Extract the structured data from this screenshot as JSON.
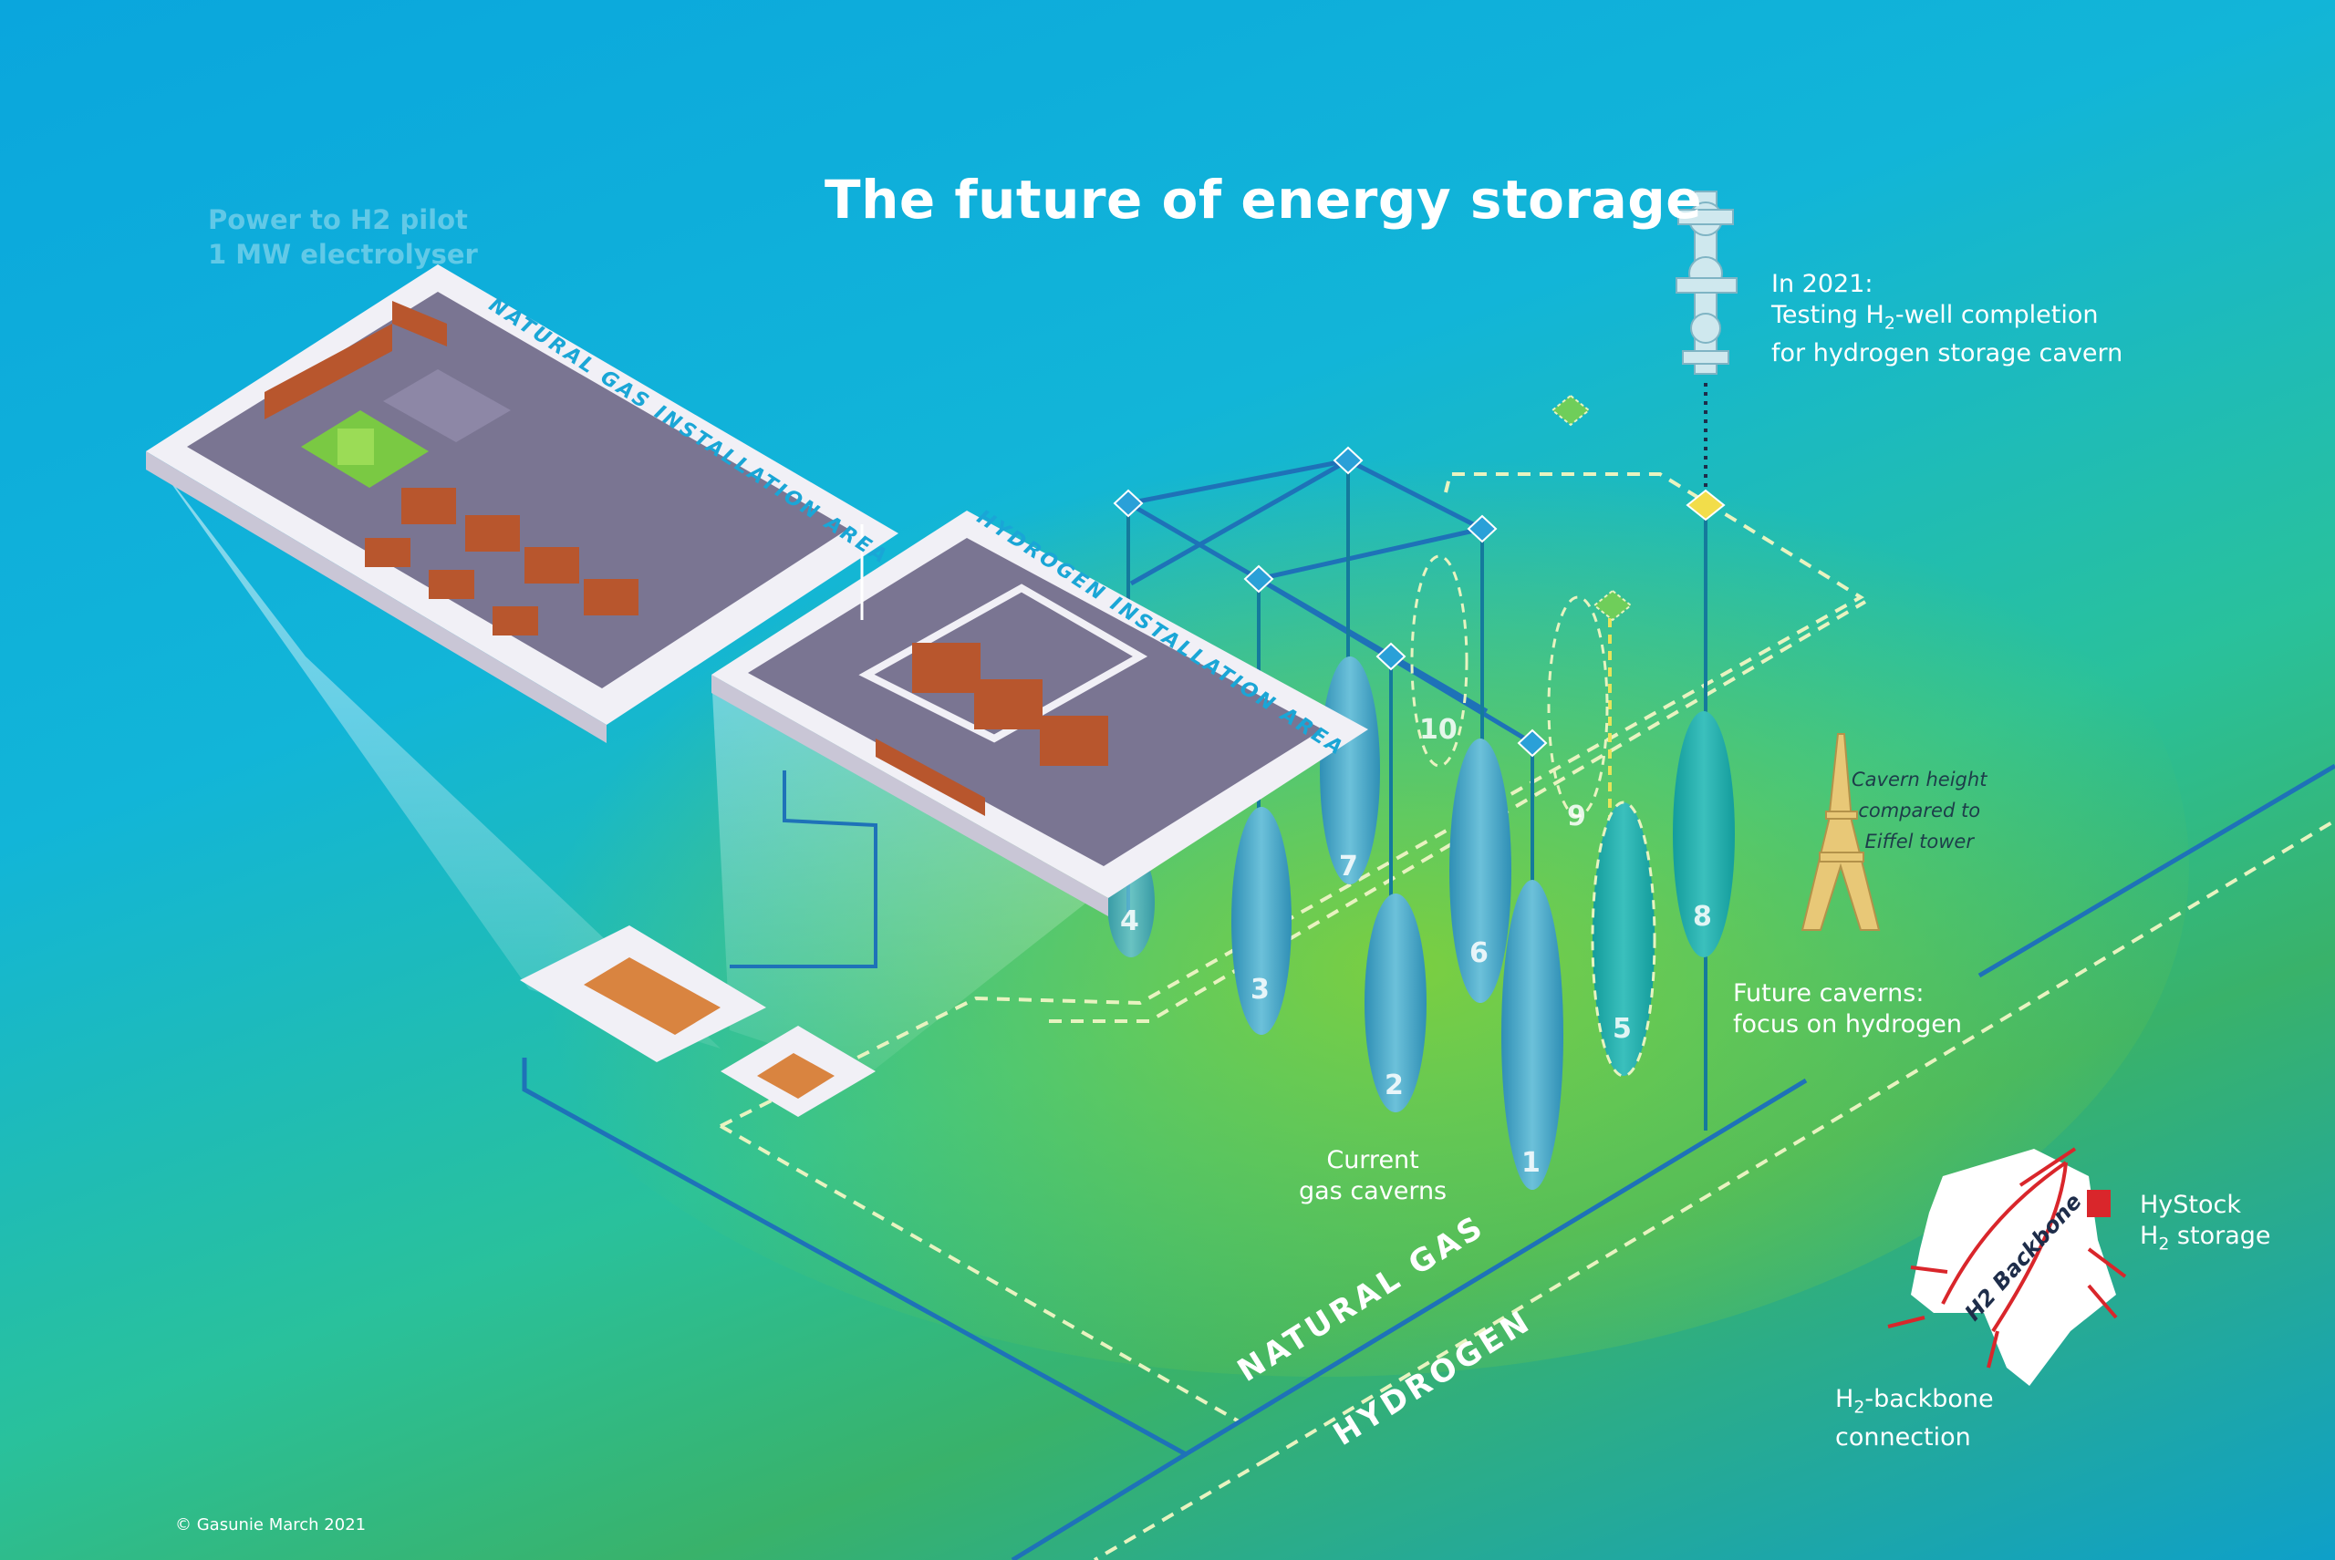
{
  "title": "The future of  energy storage",
  "ghost_label": {
    "line1": "Power to H2 pilot",
    "line2": "1 MW electrolyser"
  },
  "areas": {
    "natural_gas": "NATURAL GAS INSTALLATION AREA",
    "hydrogen": "HYDROGEN INSTALLATION AREA"
  },
  "well_note": {
    "line1": "In 2021:",
    "line2a": "Testing H",
    "line2sub": "2",
    "line2b": "-well completion",
    "line3": "for hydrogen storage cavern"
  },
  "eiffel_note": {
    "line1": "Cavern height",
    "line2": "compared to",
    "line3": "Eiffel tower"
  },
  "future_caverns": {
    "line1": "Future caverns:",
    "line2": "focus on hydrogen"
  },
  "current_caverns": {
    "line1": "Current",
    "line2": "gas caverns"
  },
  "hystock": {
    "line1": "HyStock",
    "line2a": "H",
    "line2sub": "2",
    "line2b": " storage"
  },
  "backbone_note": {
    "line1a": "H",
    "line1sub": "2",
    "line1b": "-backbone",
    "line2": "connection"
  },
  "map_label": "H2 Backbone",
  "pipelines": {
    "natural_gas": "NATURAL GAS",
    "hydrogen": "HYDROGEN"
  },
  "copyright": "© Gasunie March 2021",
  "caverns": [
    {
      "number": "1",
      "type": "current"
    },
    {
      "number": "2",
      "type": "current"
    },
    {
      "number": "3",
      "type": "current"
    },
    {
      "number": "4",
      "type": "current"
    },
    {
      "number": "5",
      "type": "future"
    },
    {
      "number": "6",
      "type": "current"
    },
    {
      "number": "7",
      "type": "current"
    },
    {
      "number": "8",
      "type": "future"
    },
    {
      "number": "9",
      "type": "future"
    },
    {
      "number": "10",
      "type": "future"
    }
  ],
  "colors": {
    "cavern_current": "#4aa3c4",
    "cavern_future": "#1fa6a6",
    "platform": "#6b6684",
    "building": "#b8562d",
    "map_line": "#d9262b"
  }
}
